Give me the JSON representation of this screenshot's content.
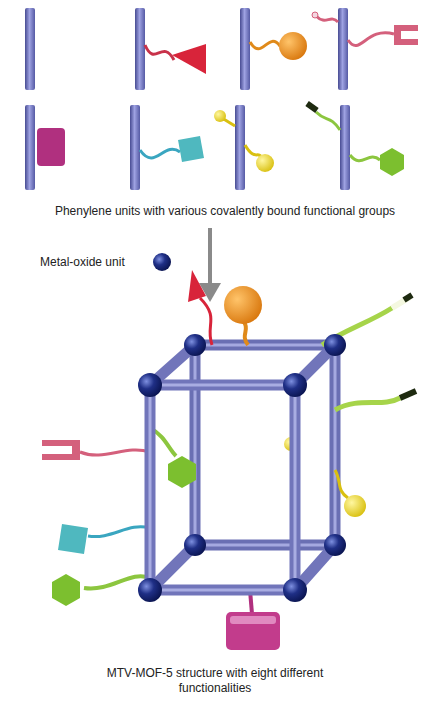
{
  "diagram": {
    "labels": [
      "Phenylene units with various covalently bound functional groups",
      "Metal-oxide unit",
      "MTV-MOF-5 structure with eight different functionalities"
    ]
  }
}
